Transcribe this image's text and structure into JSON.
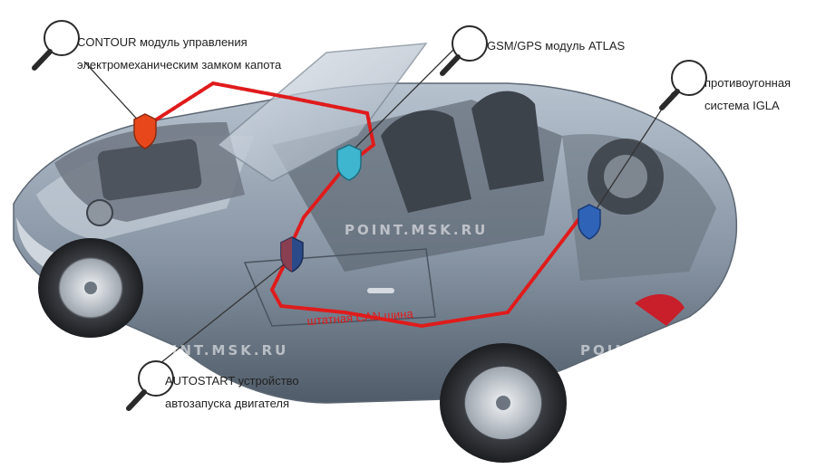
{
  "callouts": {
    "contour": {
      "line1": "CONTOUR модуль управления",
      "line2": "электромеханическим замком капота"
    },
    "atlas": {
      "line1": "GSM/GPS модуль ATLAS"
    },
    "igla": {
      "line1": "противоугонная",
      "line2": "система IGLA"
    },
    "autostart": {
      "line1": "AUTOSTART устройство",
      "line2": "автозапуска двигателя"
    }
  },
  "bus_label": "штатная CAN шина",
  "watermarks": [
    "POINT.MSK.RU",
    "POINT.MSK.RU",
    "POINT.MSK.RU"
  ],
  "colors": {
    "bus": "#e01b1b",
    "shield_contour": "#e8471c",
    "shield_atlas": "#3fb6cf",
    "shield_igla": "#2f63b8",
    "shield_autostart": "#2b4a8a",
    "car_body": "#8a97a6"
  },
  "icons": [
    "magnifier-icon",
    "shield-icon"
  ]
}
